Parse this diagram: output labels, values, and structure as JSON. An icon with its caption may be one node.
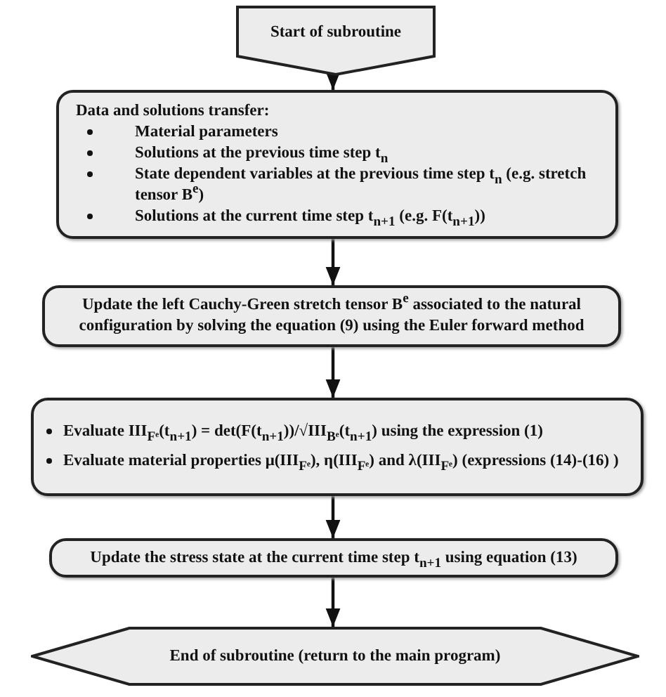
{
  "diagram": {
    "nodes": [
      {
        "text": [
          "Start of subroutine"
        ]
      },
      {
        "text": [
          "Data and solutions transfer:",
          "Material parameters",
          "Solutions at the previous time step t$_{n}$",
          "State dependent variables at the previous time step t$_{n}$ (e.g. stretch tensor B$^{e}$)",
          "Solutions at the current time step t$_{n+1}$ (e.g. F(t$_{n+1}$))"
        ]
      },
      {
        "text": [
          "Update the left Cauchy-Green stretch tensor B$^{e}$ associated to the natural configuration by solving the equation (9) using the Euler forward method"
        ]
      },
      {
        "text": [
          "Evaluate III$_{Fᵉ}$(t$_{n+1}$) = det(F(t$_{n+1}$))/√III$_{Bᵉ}$(t$_{n+1}$) using the expression (1)",
          "Evaluate material properties μ(III$_{Fᵉ}$), η(III$_{Fᵉ}$) and λ(III$_{Fᵉ}$) (expressions (14)-(16) )"
        ]
      },
      {
        "text": [
          "Update the stress state at the current time step t$_{n+1}$ using equation (13)"
        ]
      },
      {
        "text": [
          "End of subroutine (return to the main program)"
        ]
      }
    ],
    "edges": [
      {
        "from": 0,
        "to": 1,
        "arrow": "to"
      },
      {
        "from": 1,
        "to": 2,
        "arrow": "to"
      },
      {
        "from": 2,
        "to": 3,
        "arrow": "to"
      },
      {
        "from": 3,
        "to": 4,
        "arrow": "to"
      },
      {
        "from": 4,
        "to": 5,
        "arrow": "to"
      }
    ]
  }
}
